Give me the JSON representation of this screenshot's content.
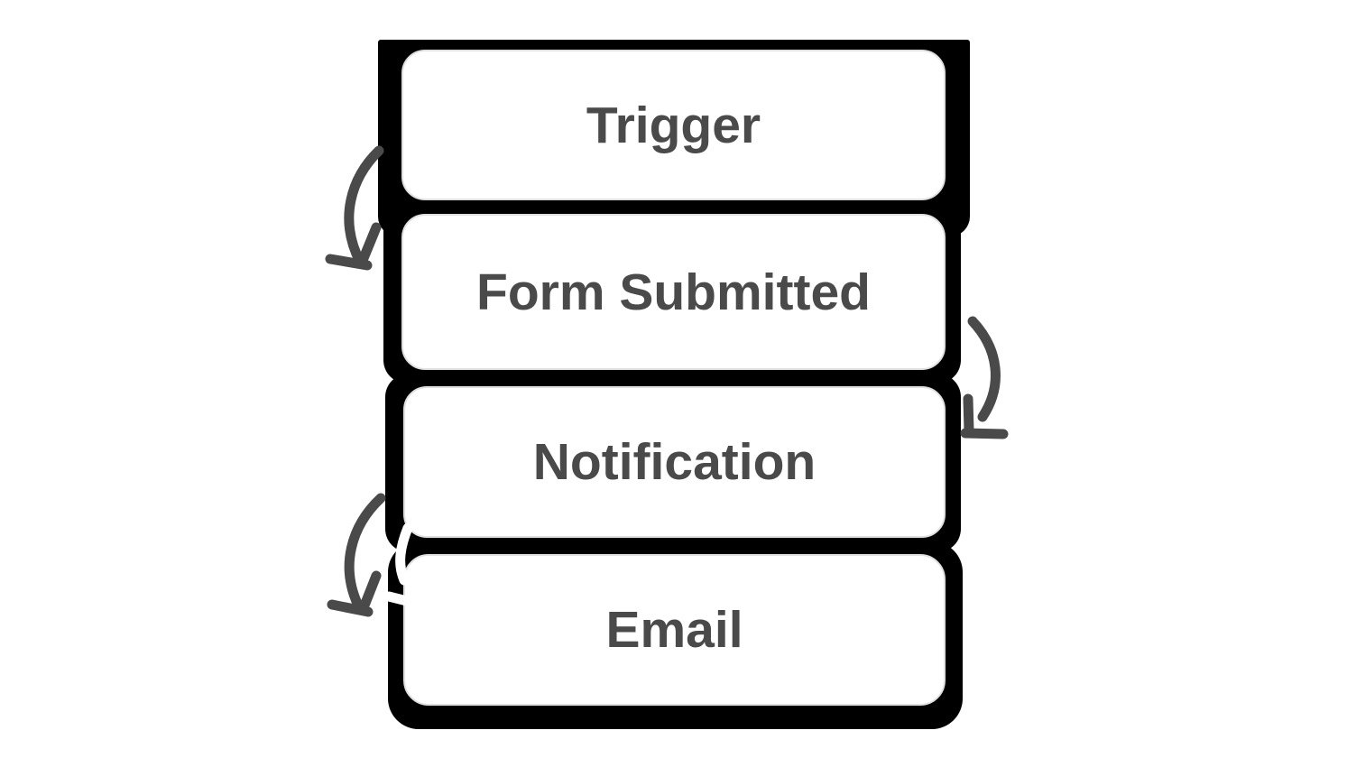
{
  "diagram": {
    "type": "workflow-flowchart",
    "nodes": [
      {
        "id": "trigger",
        "label": "Trigger"
      },
      {
        "id": "form-submitted",
        "label": "Form Submitted"
      },
      {
        "id": "notification",
        "label": "Notification"
      },
      {
        "id": "email",
        "label": "Email"
      }
    ],
    "connections": [
      {
        "from": "Trigger",
        "to": "Form Submitted",
        "arrow_side": "left",
        "style": "hand-drawn-curved"
      },
      {
        "from": "Form Submitted",
        "to": "Notification",
        "arrow_side": "right",
        "style": "hand-drawn-curved"
      },
      {
        "from": "Notification",
        "to": "Email",
        "arrow_side": "left",
        "style": "hand-drawn-curved"
      }
    ],
    "colors": {
      "page_background": "#ffffff",
      "node_fill": "#ffffff",
      "node_border": "#e0e0e0",
      "node_outline": "#000000",
      "label_text": "#4a4a4a",
      "arrow": "#4a4a4a",
      "connector_over_outline": "#ffffff"
    }
  }
}
